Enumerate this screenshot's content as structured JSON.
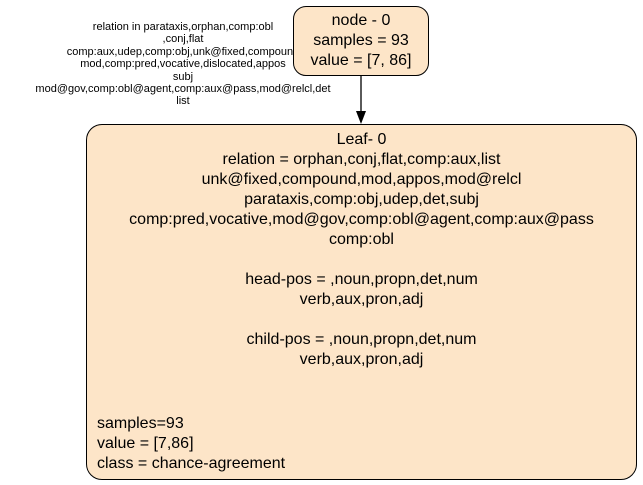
{
  "root": {
    "title": "node - 0",
    "samples": "samples = 93",
    "value": "value = [7, 86]"
  },
  "edge": {
    "label_lines": [
      "relation in parataxis,orphan,comp:obl",
      ",conj,flat",
      "comp:aux,udep,comp:obj,unk@fixed,compound",
      "mod,comp:pred,vocative,dislocated,appos",
      "subj",
      "mod@gov,comp:obl@agent,comp:aux@pass,mod@relcl,det",
      "list"
    ]
  },
  "leaf": {
    "title": "Leaf- 0",
    "relation_lines": [
      "relation = orphan,conj,flat,comp:aux,list",
      "unk@fixed,compound,mod,appos,mod@relcl",
      "parataxis,comp:obj,udep,det,subj",
      "comp:pred,vocative,mod@gov,comp:obl@agent,comp:aux@pass",
      "comp:obl"
    ],
    "head_pos_lines": [
      "head-pos = ,noun,propn,det,num",
      "verb,aux,pron,adj"
    ],
    "child_pos_lines": [
      "child-pos = ,noun,propn,det,num",
      "verb,aux,pron,adj"
    ],
    "samples": "samples=93",
    "value": "value = [7,86]",
    "class": "class = chance-agreement"
  },
  "colors": {
    "node_fill": "#fde5c8",
    "border": "#000000"
  }
}
